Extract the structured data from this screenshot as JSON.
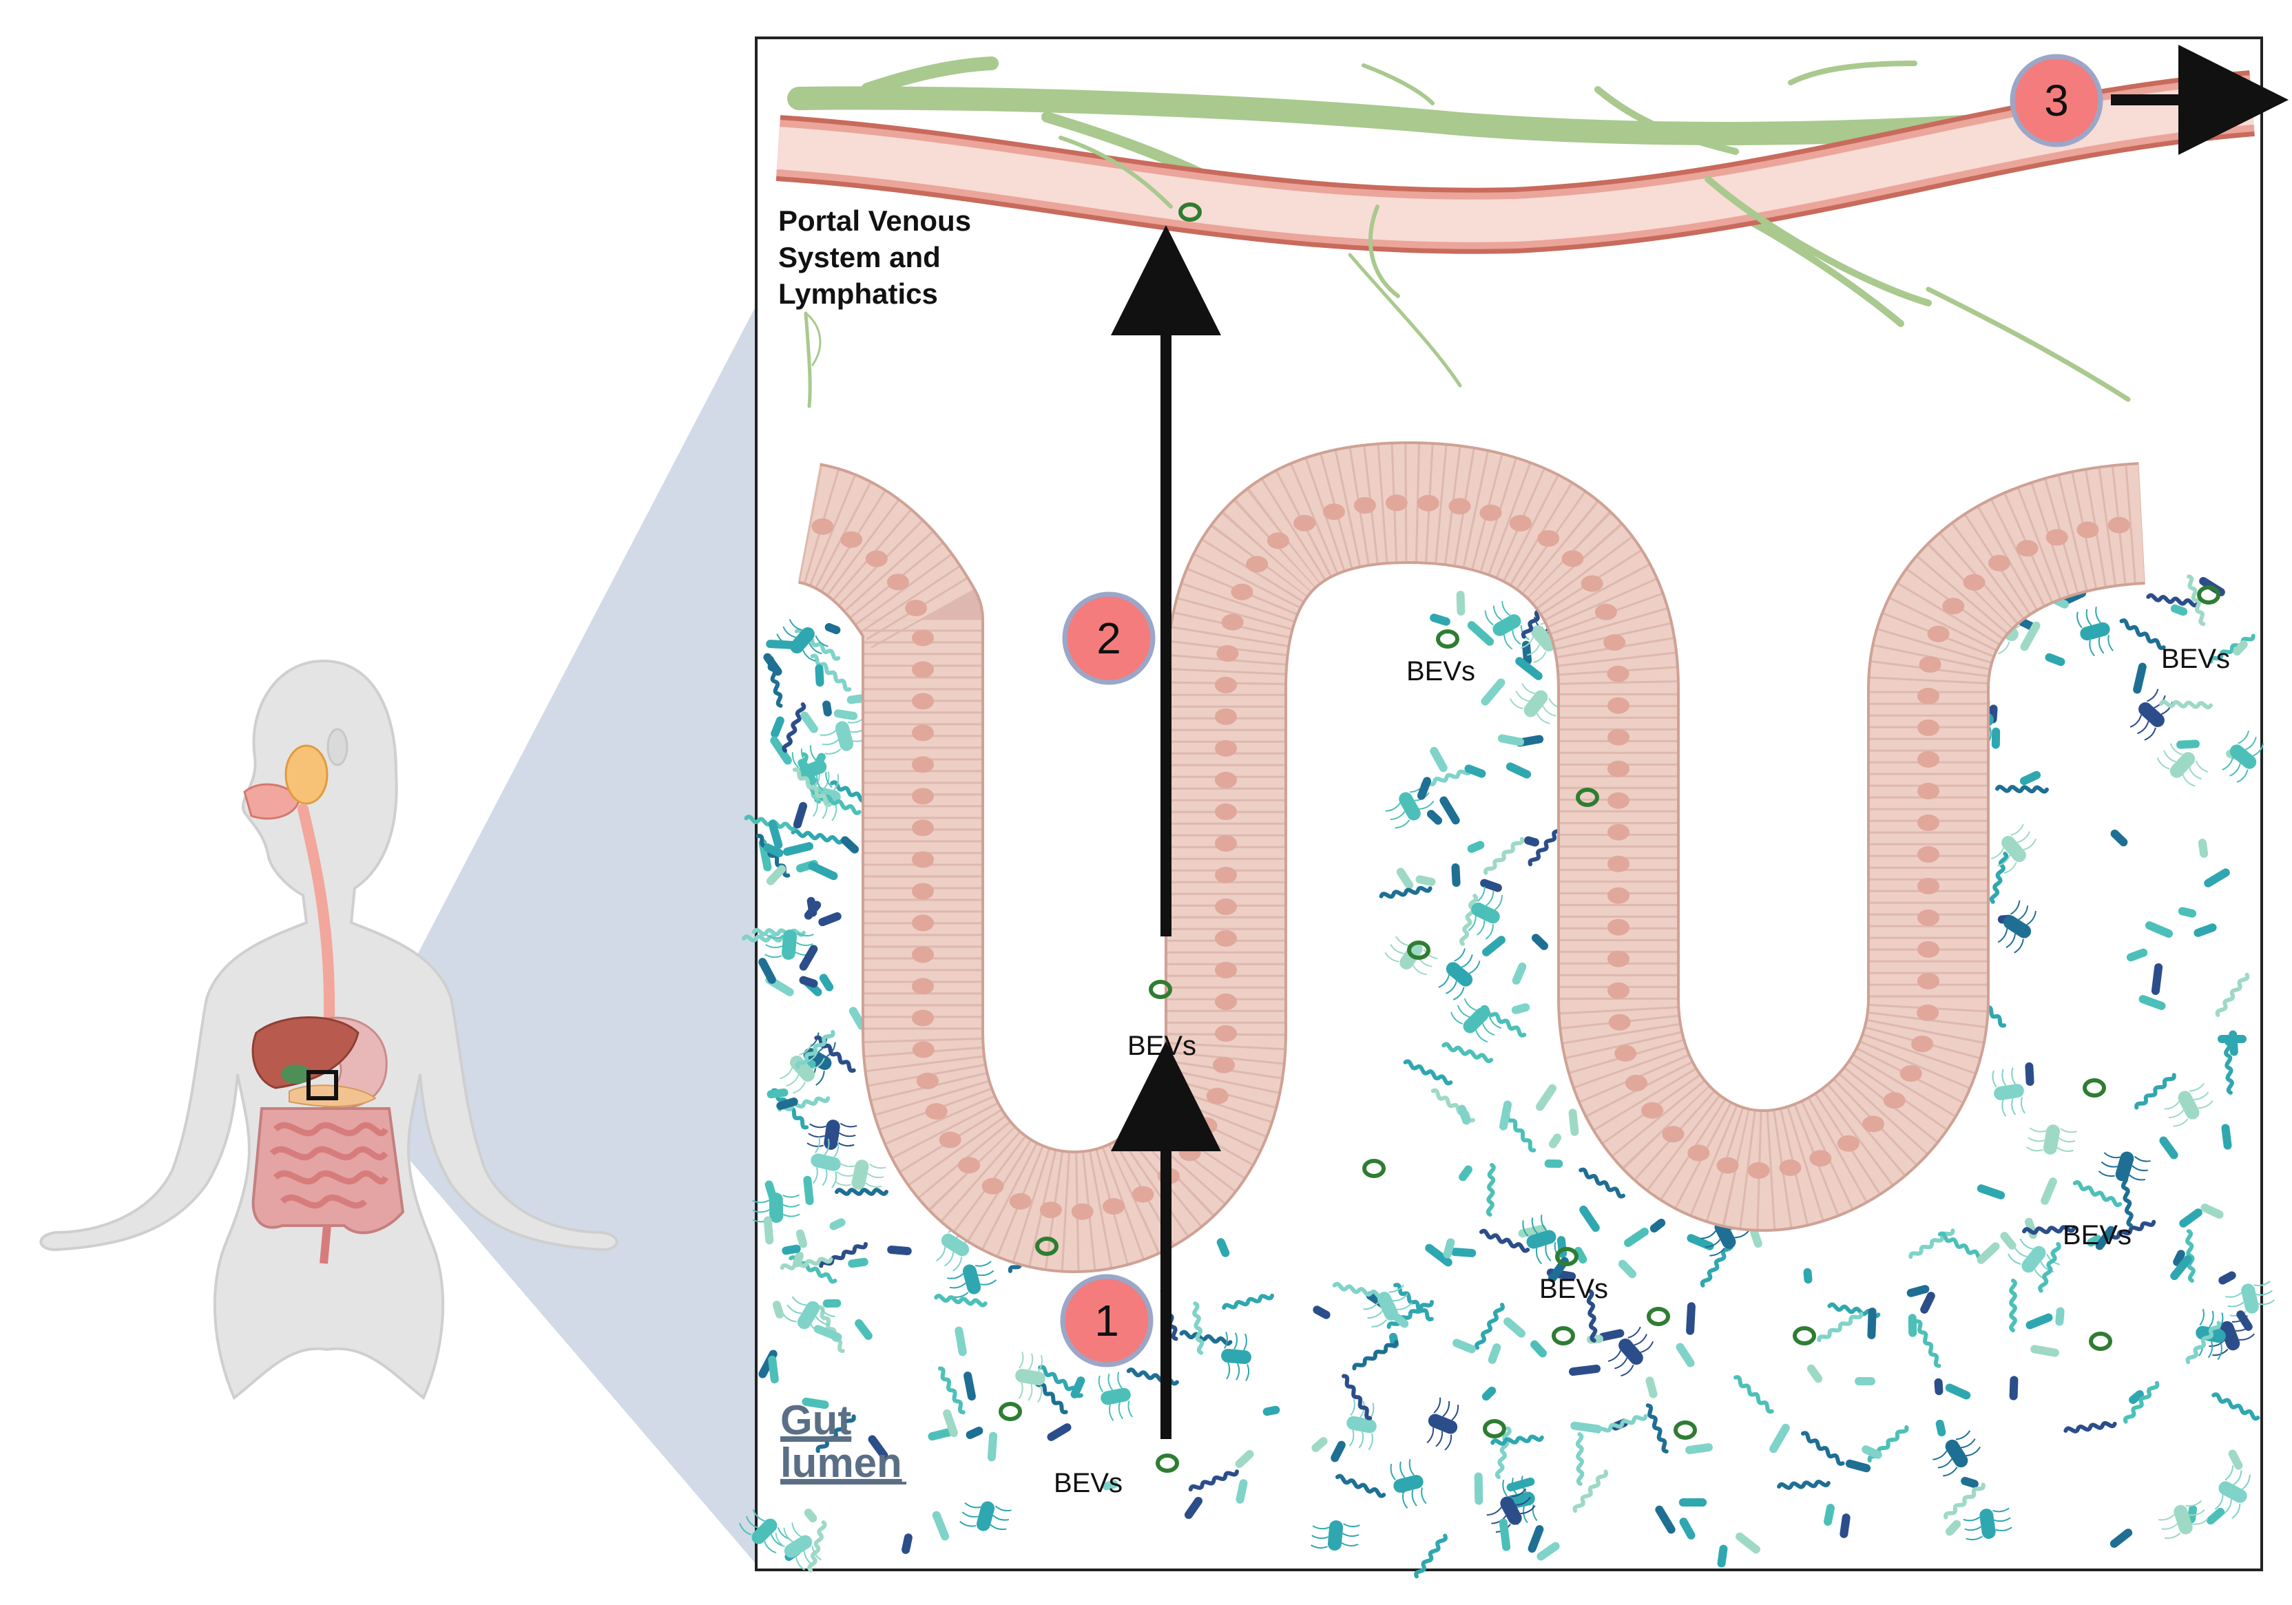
{
  "labels": {
    "portal_line1": "Portal Venous",
    "portal_line2": "System and",
    "portal_line3": "Lymphatics",
    "gut_line1": "Gut",
    "gut_line2": "lumen",
    "bevs": "BEVs"
  },
  "steps": [
    "1",
    "2",
    "3"
  ],
  "colors": {
    "step_fill": "#F47C7C",
    "step_ring": "#9AA7C8",
    "vessel": "#F2CDC8",
    "vessel_edge": "#C86A5C",
    "lymphatic": "#A9C98E",
    "epithelium": "#EDCFC6",
    "epithelium_edge": "#CFA195",
    "nucleus": "#E0A79A",
    "bev": "#2E7D32",
    "arrow": "#111111",
    "zoom_wedge": "#C3CDDF",
    "gut_label": "#5A6F86",
    "bacteria": [
      "#2FA7B0",
      "#1E6F93",
      "#7FD3C9",
      "#4CC0B8",
      "#9ED9C6",
      "#2B4E8A"
    ]
  }
}
